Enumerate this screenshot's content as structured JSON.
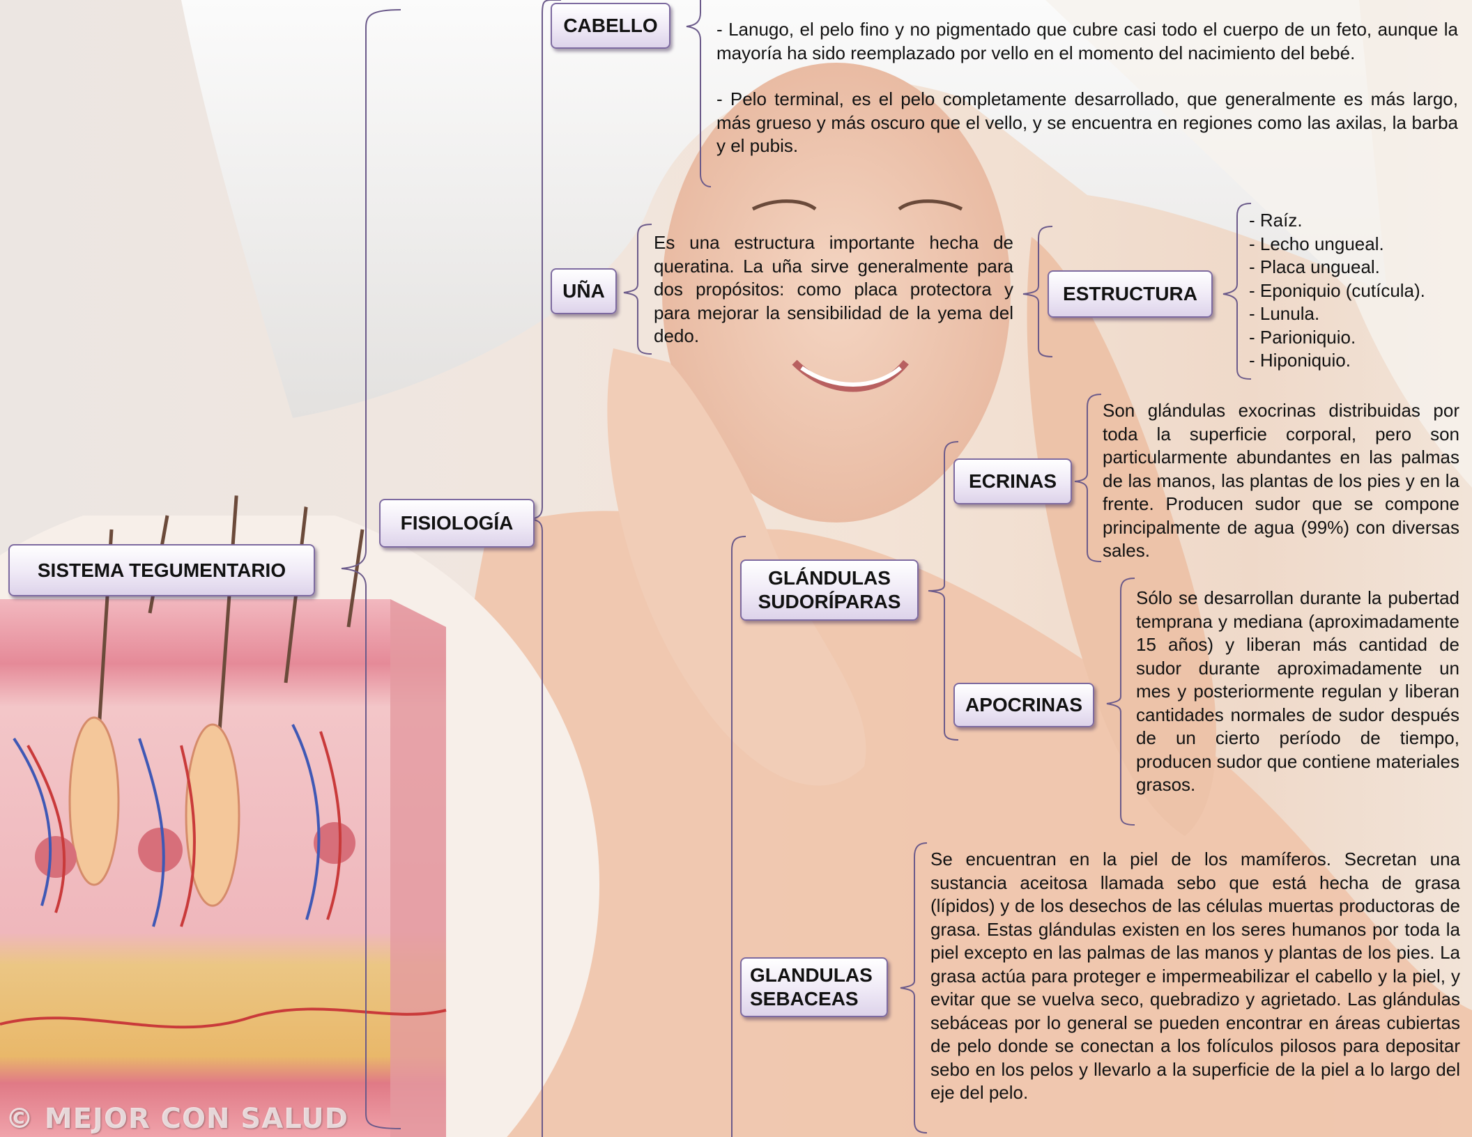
{
  "nodes": {
    "root": "SISTEMA TEGUMENTARIO",
    "fisiologia": "FISIOLOGÍA",
    "cabello": "CABELLO",
    "una": "UÑA",
    "estructura": "ESTRUCTURA",
    "sudoriparas_1": "GLÁNDULAS",
    "sudoriparas_2": "SUDORÍPARAS",
    "ecrinas": "ECRINAS",
    "apocrinas": "APOCRINAS",
    "sebaceas_1": "GLANDULAS",
    "sebaceas_2": "SEBACEAS"
  },
  "cabello": {
    "lanugo": "- Lanugo, el pelo fino y no pigmentado que cubre casi todo el cuerpo de un feto, aunque la mayoría ha sido reemplazado por vello en el momento del nacimiento del bebé.",
    "terminal": "- Pelo terminal, es el pelo completamente desarrollado, que generalmente es más largo, más grueso y más oscuro que el vello, y se encuentra en regiones como las axilas, la barba y el pubis."
  },
  "una_text": "Es una estructura importante hecha de queratina. La uña sirve generalmente para dos propósitos: como placa protectora y para mejorar la sensibilidad de la yema del dedo.",
  "estructura_items": [
    "- Raíz.",
    "- Lecho ungueal.",
    "- Placa ungueal.",
    "- Eponiquio (cutícula).",
    "- Lunula.",
    "- Parioniquio.",
    "- Hiponiquio."
  ],
  "ecrinas_text": "Son glándulas exocrinas distribuidas por toda la superficie corporal, pero son particularmente abundantes en las palmas de las manos, las plantas de los pies y en la frente. Producen sudor que se compone principalmente de agua (99%) con diversas sales.",
  "apocrinas_text": "Sólo se desarrollan durante la pubertad temprana y mediana (aproximadamente 15 años) y liberan más cantidad de sudor durante aproximadamente un mes y posteriormente regulan y liberan cantidades normales de sudor después de un cierto período de tiempo, producen sudor que contiene materiales grasos.",
  "sebaceas_text": "Se encuentran en la piel de los mamíferos. Secretan una sustancia aceitosa llamada sebo que está hecha de grasa (lípidos) y de los desechos de las células muertas productoras de grasa. Estas glándulas existen en los seres humanos por toda la piel excepto en las palmas de las manos y plantas de los pies. La grasa actúa para proteger e impermeabilizar el cabello y la piel, y evitar que se vuelva seco, quebradizo y agrietado. Las glándulas sebáceas por lo general se pueden encontrar en áreas cubiertas de pelo donde se conectan a los folículos pilosos para depositar sebo en los pelos y llevarlo a la superficie de la piel a lo largo del eje del pelo.",
  "watermark": "© MEJOR CON SALUD",
  "colors": {
    "node_border": "#7d6aa0",
    "brace": "#6b5a8a",
    "skin_pink": "#e8a0a8",
    "fat_yellow": "#e9c27a"
  }
}
